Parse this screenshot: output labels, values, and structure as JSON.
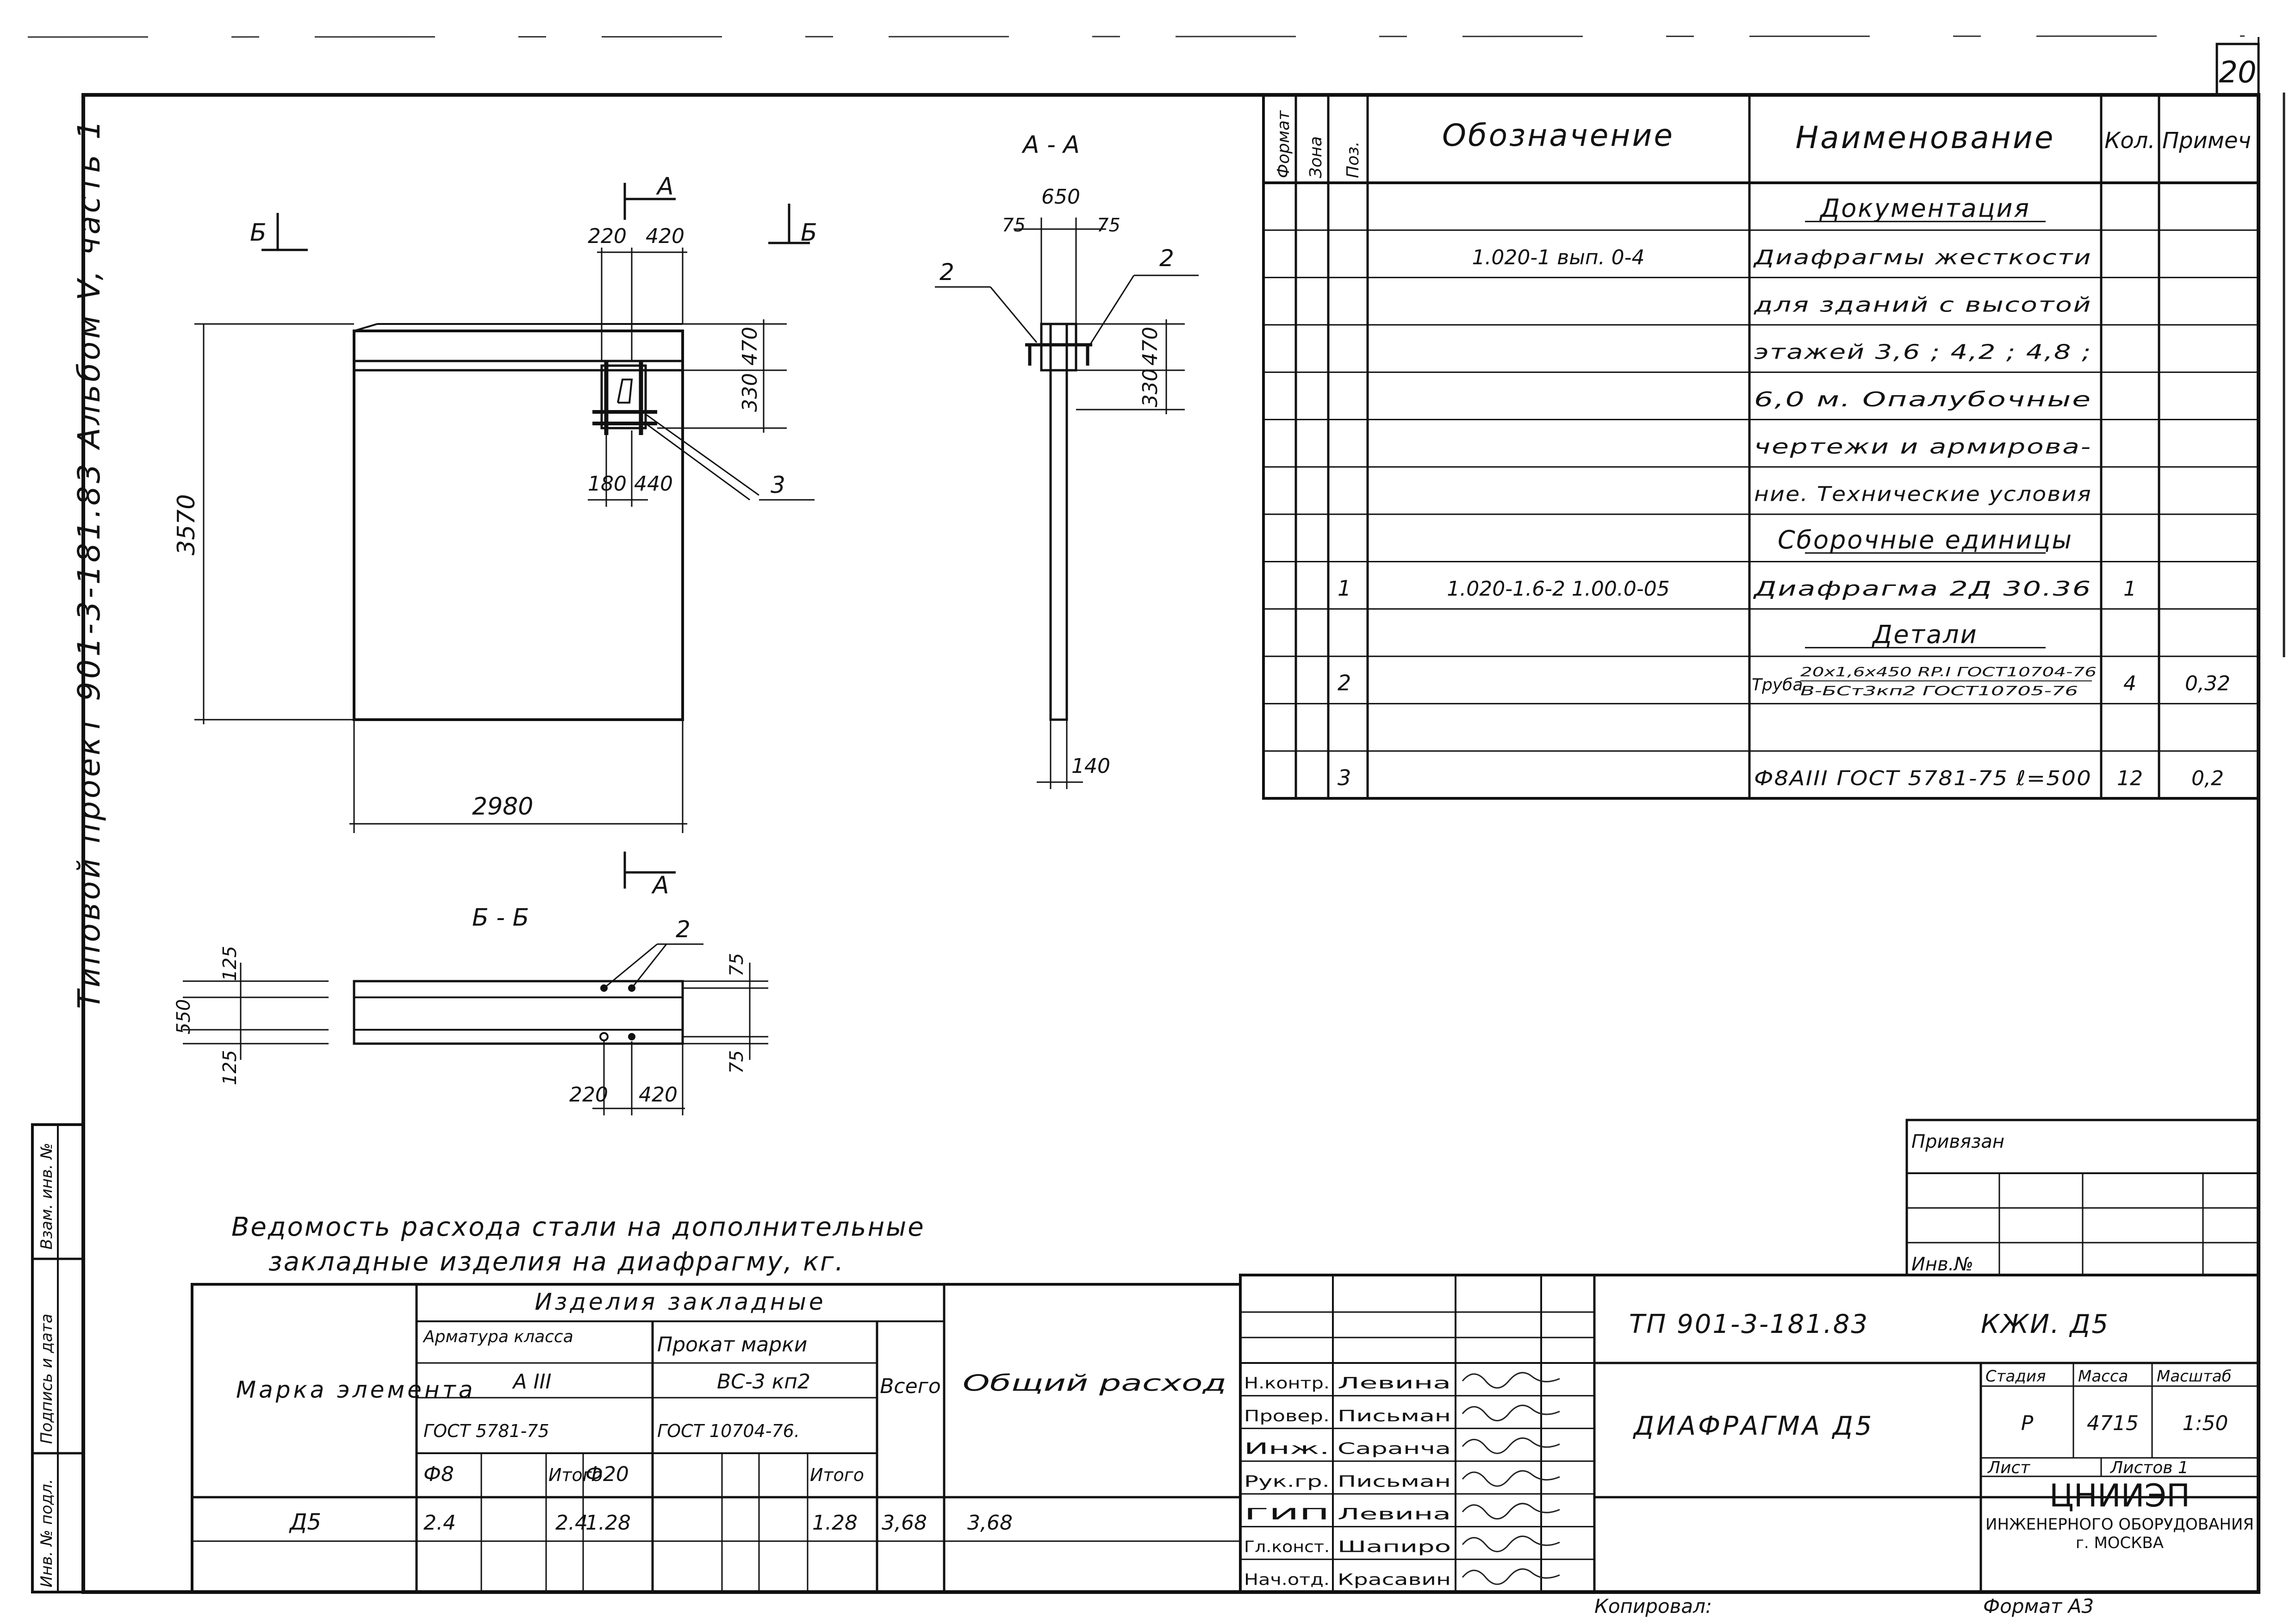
{
  "sheet_number": "20",
  "side_title": "Типовой проект 901-3-181.83 Альбом V, часть 1",
  "side_stamp": [
    "Инв. № подл.",
    "Подпись и дата",
    "Взам. инв. №"
  ],
  "drawing": {
    "views": {
      "front": {
        "section_marks": {
          "a": "А",
          "b": "Б"
        },
        "dims": {
          "top_220": "220",
          "top_420": "420",
          "h_330": "330",
          "h_470": "470",
          "mid_180": "180",
          "mid_440": "440",
          "height": "3570",
          "width": "2980"
        },
        "leader_3": "3"
      },
      "section_aa": {
        "title": "А - А",
        "dims": {
          "w650": "650",
          "e75_l": "75",
          "e75_r": "75",
          "h330": "330",
          "h470": "470",
          "bottom_140": "140"
        },
        "leaders": {
          "left": "2",
          "right": "2"
        }
      },
      "section_bb": {
        "title": "Б - Б",
        "dims": {
          "d125_top": "125",
          "d550": "550",
          "d125_bot": "125",
          "d75_top": "75",
          "d75_bot": "75",
          "d220": "220",
          "d420": "420"
        },
        "leader_2": "2"
      }
    }
  },
  "spec": {
    "headers": {
      "format": "Формат",
      "zone": "Зона",
      "pos": "Поз.",
      "designation": "Обозначение",
      "name": "Наименование",
      "qty": "Кол.",
      "note": "Примеч"
    },
    "rows": [
      {
        "section": "Документация"
      },
      {
        "designation": "1.020-1   вып. 0-4",
        "name": "Диафрагмы жесткости"
      },
      {
        "name": "для зданий с высотой"
      },
      {
        "name": "этажей 3,6 ; 4,2 ; 4,8 ;"
      },
      {
        "name": "6,0 м. Опалубочные"
      },
      {
        "name": "чертежи и армирова-"
      },
      {
        "name": "ние. Технические условия"
      },
      {
        "section": "Сборочные единицы"
      },
      {
        "pos": "1",
        "designation": "1.020-1.6-2  1.00.0-05",
        "name": "Диафрагма 2Д 30.36",
        "qty": "1"
      },
      {
        "section": "Детали"
      },
      {
        "pos": "2",
        "name_prefix": "Труба",
        "name_top": "20x1,6x450 RP.I ГОСТ10704-76",
        "name_bottom": "В-БСт3кп2 ГОСТ10705-76",
        "qty": "4",
        "note": "0,32"
      },
      {
        "name": ""
      },
      {
        "pos": "3",
        "name": "Ф8АIII ГОСТ 5781-75 ℓ=500",
        "qty": "12",
        "note": "0,2"
      }
    ]
  },
  "steel": {
    "title_line1": "Ведомость расхода стали на дополнительные",
    "title_line2": "закладные изделия на диафрагму, кг.",
    "h_mark": "Марка элемента",
    "h_group": "Изделия закладные",
    "h_arm": "Арматура класса",
    "h_arm_class": "А III",
    "h_arm_gost": "ГОСТ 5781-75",
    "h_prokat": "Прокат марки",
    "h_prokat_grade": "ВС-3 кп2",
    "h_prokat_gost": "ГОСТ 10704-76.",
    "h_vsego": "Всего",
    "h_obshchiy": "Общий расход",
    "h_d8": "Ф8",
    "h_itogo1": "Итого",
    "h_d20": "Ф20",
    "h_itogo2": "Итого",
    "row": {
      "mark": "Д5",
      "d8": "2.4",
      "itogo1": "2.4",
      "d20": "1.28",
      "itogo2": "1.28",
      "vsego": "3,68",
      "obshchiy": "3,68"
    }
  },
  "privyazan": {
    "label": "Привязан",
    "inv_label": "Инв.№"
  },
  "title_block": {
    "doc_code": "ТП 901-3-181.83",
    "mark": "КЖИ. Д5",
    "drawing_name": "ДИАФРАГМА  Д5",
    "stage_label": "Стадия",
    "mass_label": "Масса",
    "scale_label": "Масштаб",
    "stage": "Р",
    "mass": "4715",
    "scale": "1:50",
    "sheet_label": "Лист",
    "sheets_label": "Листов 1",
    "org_name": "ЦНИИЭП",
    "org_line2": "ИНЖЕНЕРНОГО ОБОРУДОВАНИЯ",
    "org_line3": "г. МОСКВА",
    "kopiroval": "Копировал:",
    "format": "Формат А3",
    "signatures": [
      {
        "role": "Н.контр.",
        "name": "Левина"
      },
      {
        "role": "Провер.",
        "name": "Письман"
      },
      {
        "role": "Инж.",
        "name": "Саранча"
      },
      {
        "role": "Рук.гр.",
        "name": "Письман"
      },
      {
        "role": "ГИП",
        "name": "Левина"
      },
      {
        "role": "Гл.конст.",
        "name": "Шапиро"
      },
      {
        "role": "Нач.отд.",
        "name": "Красавин"
      }
    ]
  }
}
